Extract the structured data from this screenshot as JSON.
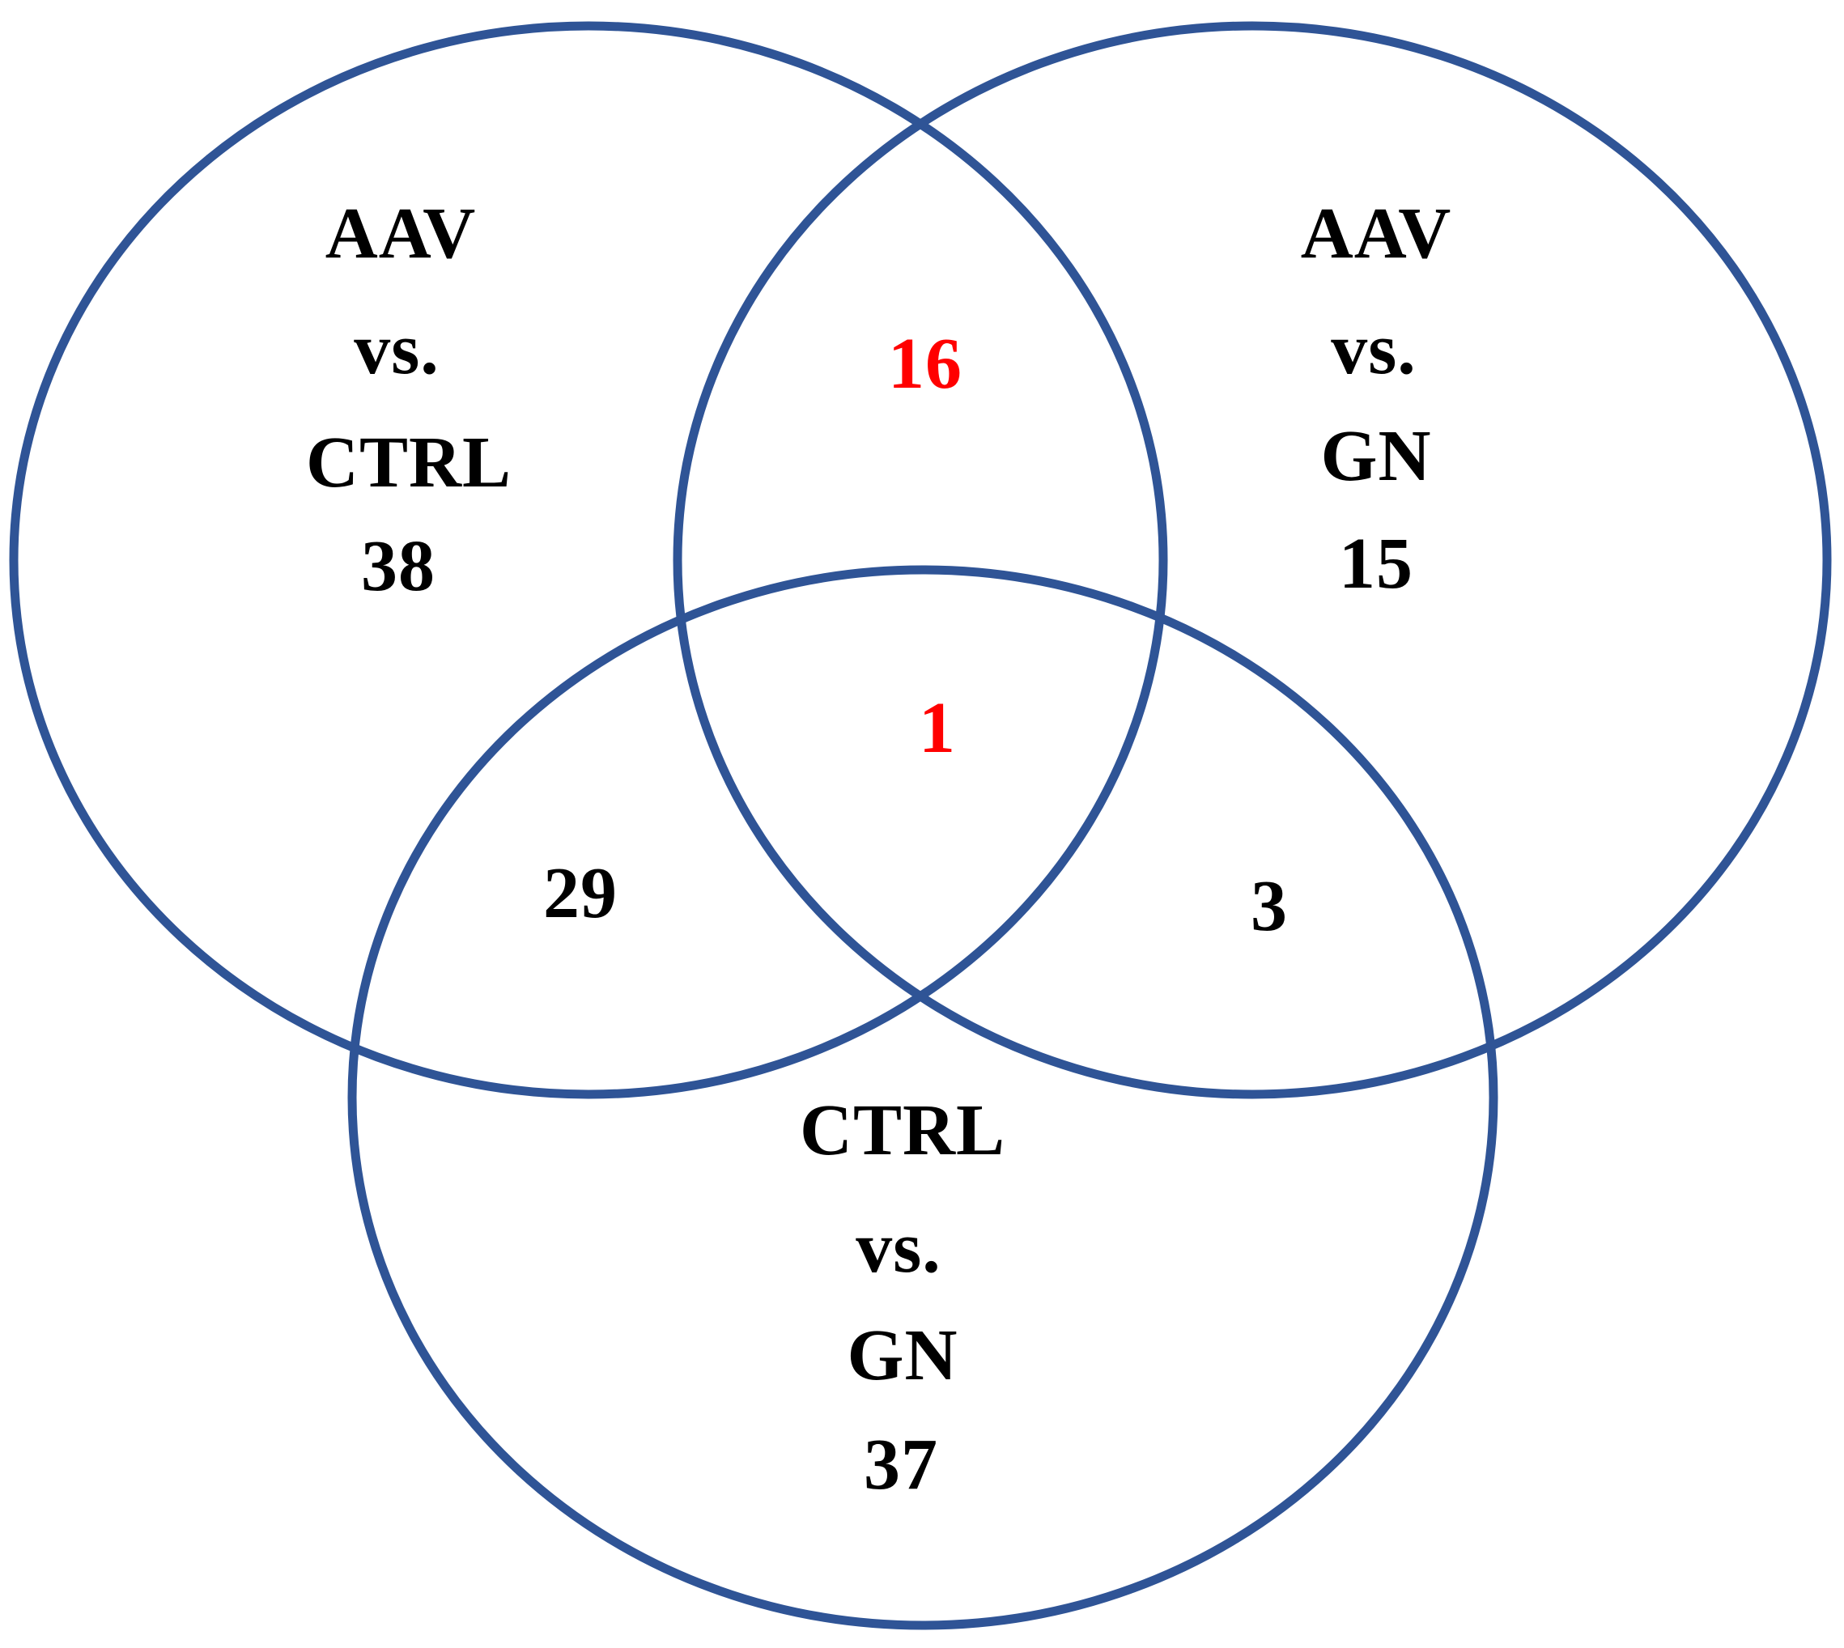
{
  "diagram": {
    "kind": "venn-3-set",
    "colors": {
      "circle_stroke": "#2F5496",
      "highlight_number": "#FF0000",
      "label_text": "#000000",
      "background": "#FFFFFF"
    },
    "sets": [
      {
        "name": "AAV vs. CTRL",
        "lines": [
          "AAV",
          "vs.",
          "CTRL"
        ],
        "unique_count": "38"
      },
      {
        "name": "AAV vs. GN",
        "lines": [
          "AAV",
          "vs.",
          "GN"
        ],
        "unique_count": "15"
      },
      {
        "name": "CTRL vs. GN",
        "lines": [
          "CTRL",
          "vs.",
          "GN"
        ],
        "unique_count": "37"
      }
    ],
    "overlaps": [
      {
        "between": "AAV vs. CTRL and AAV vs. GN",
        "count": "16",
        "highlighted": true
      },
      {
        "between": "AAV vs. CTRL and CTRL vs. GN",
        "count": "29",
        "highlighted": false
      },
      {
        "between": "AAV vs. GN and CTRL vs. GN",
        "count": "3",
        "highlighted": false
      },
      {
        "between": "all three comparisons",
        "count": "1",
        "highlighted": true
      }
    ]
  }
}
